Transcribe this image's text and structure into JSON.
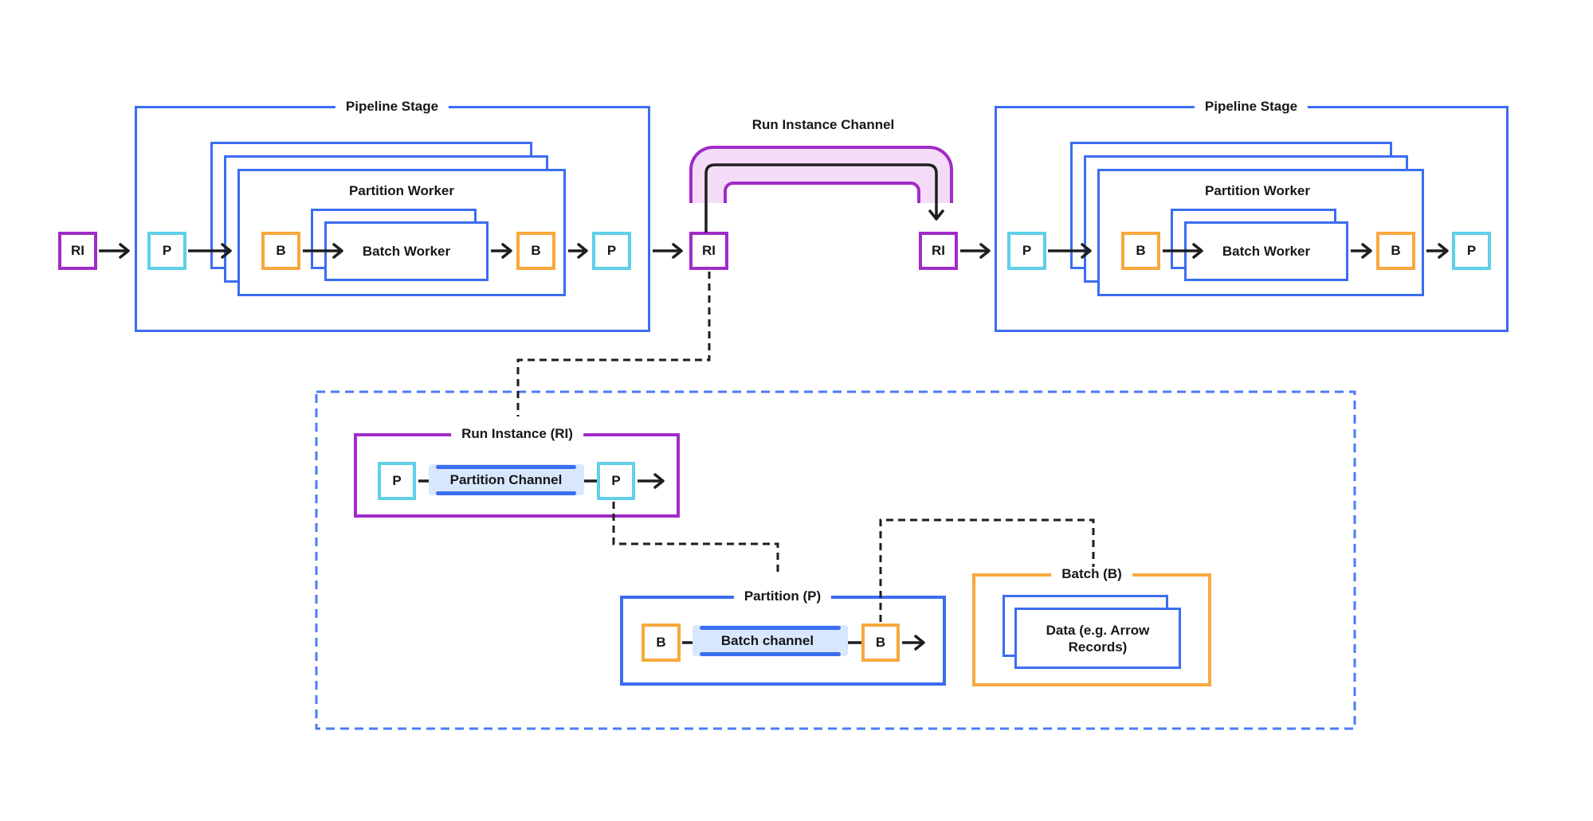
{
  "diagram": {
    "title_hint": "Pipeline stages connected by a run instance channel, with detail views of Run Instance, Partition and Batch",
    "labels": {
      "pipeline_stage": "Pipeline Stage",
      "partition_worker": "Partition Worker",
      "batch_worker": "Batch Worker",
      "run_instance_channel": "Run Instance Channel",
      "run_instance_detail": "Run Instance (RI)",
      "partition_detail": "Partition (P)",
      "batch_detail": "Batch (B)",
      "partition_channel": "Partition Channel",
      "batch_channel": "Batch channel",
      "data": "Data (e.g. Arrow Records)"
    },
    "letters": {
      "ri": "RI",
      "p": "P",
      "b": "B"
    },
    "colors": {
      "box_blue": "#3B6DF0",
      "partition_cyan": "#5FD0E8",
      "batch_orange": "#F7A83D",
      "run_instance_purple": "#A12CC8",
      "channel_pink_fill": "#F4DCF8",
      "channel_light_blue_fill": "#D8E7FD",
      "dashed_container_blue": "#4A7CF5",
      "line_black": "#1E1E20",
      "background": "#FFFFFF"
    }
  }
}
